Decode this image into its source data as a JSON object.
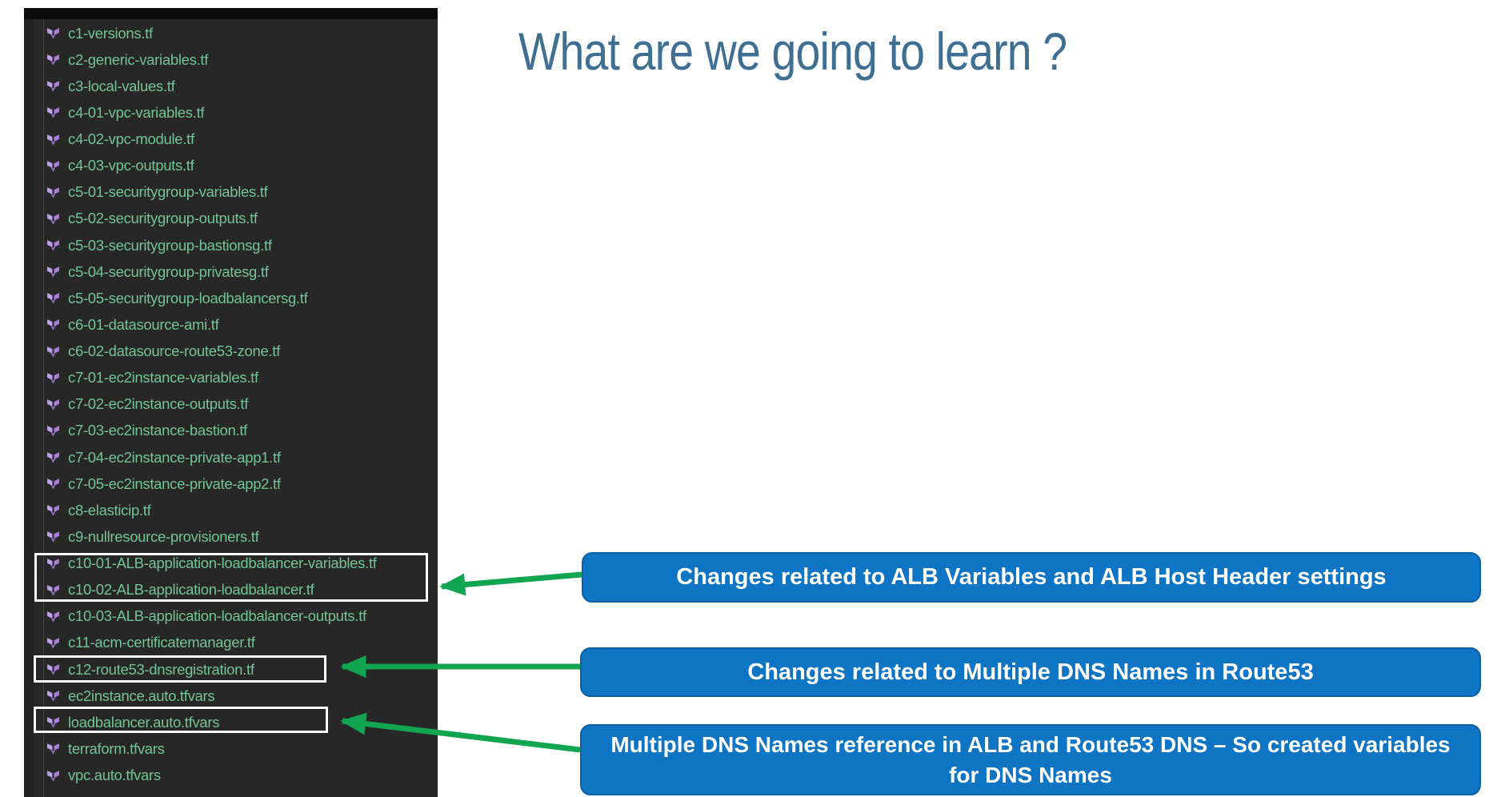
{
  "title": "What are we going to learn ?",
  "sidebar": {
    "files": [
      {
        "name": "c1-versions.tf"
      },
      {
        "name": "c2-generic-variables.tf"
      },
      {
        "name": "c3-local-values.tf"
      },
      {
        "name": "c4-01-vpc-variables.tf"
      },
      {
        "name": "c4-02-vpc-module.tf"
      },
      {
        "name": "c4-03-vpc-outputs.tf"
      },
      {
        "name": "c5-01-securitygroup-variables.tf"
      },
      {
        "name": "c5-02-securitygroup-outputs.tf"
      },
      {
        "name": "c5-03-securitygroup-bastionsg.tf"
      },
      {
        "name": "c5-04-securitygroup-privatesg.tf"
      },
      {
        "name": "c5-05-securitygroup-loadbalancersg.tf"
      },
      {
        "name": "c6-01-datasource-ami.tf"
      },
      {
        "name": "c6-02-datasource-route53-zone.tf"
      },
      {
        "name": "c7-01-ec2instance-variables.tf"
      },
      {
        "name": "c7-02-ec2instance-outputs.tf"
      },
      {
        "name": "c7-03-ec2instance-bastion.tf"
      },
      {
        "name": "c7-04-ec2instance-private-app1.tf"
      },
      {
        "name": "c7-05-ec2instance-private-app2.tf"
      },
      {
        "name": "c8-elasticip.tf"
      },
      {
        "name": "c9-nullresource-provisioners.tf"
      },
      {
        "name": "c10-01-ALB-application-loadbalancer-variables.tf",
        "highlighted": true
      },
      {
        "name": "c10-02-ALB-application-loadbalancer.tf",
        "highlighted": true
      },
      {
        "name": "c10-03-ALB-application-loadbalancer-outputs.tf"
      },
      {
        "name": "c11-acm-certificatemanager.tf"
      },
      {
        "name": "c12-route53-dnsregistration.tf",
        "highlighted": true
      },
      {
        "name": "ec2instance.auto.tfvars"
      },
      {
        "name": "loadbalancer.auto.tfvars",
        "highlighted": true
      },
      {
        "name": "terraform.tfvars"
      },
      {
        "name": "vpc.auto.tfvars"
      }
    ]
  },
  "callouts": [
    {
      "text": "Changes related to ALB Variables and ALB Host Header settings"
    },
    {
      "text": "Changes related to Multiple DNS Names in Route53"
    },
    {
      "text": "Multiple DNS Names reference in ALB and Route53 DNS – So created variables for DNS Names"
    }
  ],
  "colors": {
    "banner_blue": "#0e74c4",
    "banner_border": "#0b5fa4",
    "arrow_green": "#12a551",
    "file_text_green": "#74c398",
    "terraform_purple": "#a87fd8",
    "title_blue": "#3f6f92",
    "sidebar_bg": "#262726"
  }
}
